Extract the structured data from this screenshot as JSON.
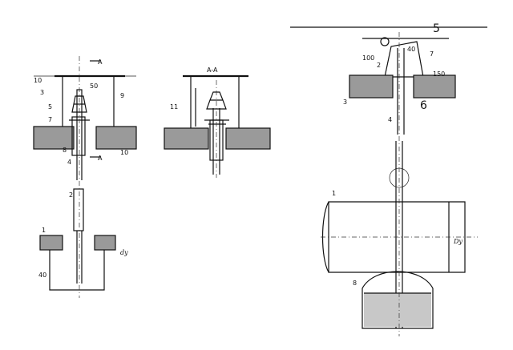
{
  "left_view": {
    "section_marks": [
      "A",
      "A"
    ],
    "dims": [
      "10",
      "50",
      "40",
      "dy"
    ],
    "callouts": [
      "1",
      "2",
      "3",
      "4",
      "5",
      "7",
      "8",
      "9",
      "10"
    ]
  },
  "middle_view": {
    "title": "A-A",
    "callouts": [
      "11"
    ]
  },
  "right_view": {
    "top_mark": "5",
    "dims": [
      "100",
      "40",
      "150",
      "Dy"
    ],
    "callouts": [
      "1",
      "2",
      "3",
      "4",
      "6",
      "7",
      "8"
    ]
  }
}
